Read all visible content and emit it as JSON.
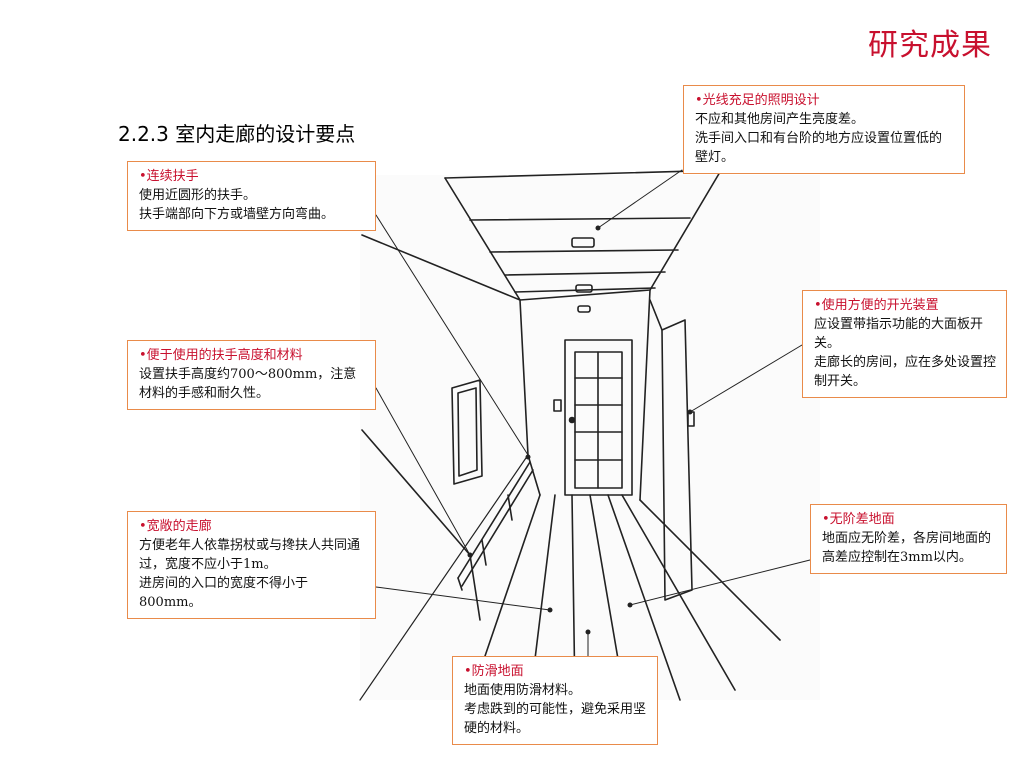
{
  "header": {
    "title": "研究成果"
  },
  "section": {
    "title": "2.2.3 室内走廊的设计要点"
  },
  "callouts": {
    "lighting": {
      "heading": "光线充足的照明设计",
      "line1": "不应和其他房间产生亮度差。",
      "line2": "洗手间入口和有台阶的地方应设置位置低的壁灯。"
    },
    "handrail": {
      "heading": "连续扶手",
      "line1": "使用近圆形的扶手。",
      "line2": "扶手端部向下方或墙壁方向弯曲。"
    },
    "switch": {
      "heading": "使用方便的开光装置",
      "line1": "应设置带指示功能的大面板开关。",
      "line2": "走廊长的房间，应在多处设置控制开关。"
    },
    "handrail_height": {
      "heading": "便于使用的扶手高度和材料",
      "line1": "设置扶手高度约700～800mm，注意材料的手感和耐久性。"
    },
    "wide_corridor": {
      "heading": "宽敞的走廊",
      "line1": "方便老年人依靠拐杖或与搀扶人共同通过，宽度不应小于1m。",
      "line2": "进房间的入口的宽度不得小于800mm。"
    },
    "flat_floor": {
      "heading": "无阶差地面",
      "line1": "地面应无阶差，各房间地面的高差应控制在3mm以内。"
    },
    "antislip": {
      "heading": "防滑地面",
      "line1": "地面使用防滑材料。",
      "line2": "考虑跌到的可能性，避免采用坚硬的材料。"
    }
  }
}
